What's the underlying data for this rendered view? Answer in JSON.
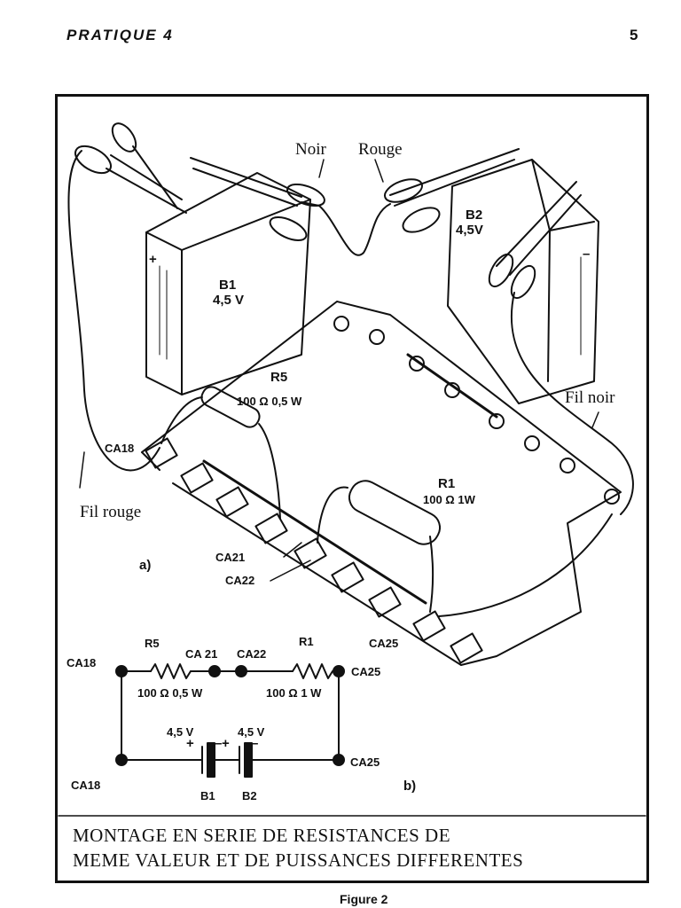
{
  "header": {
    "left": "PRATIQUE 4",
    "page_number": "5"
  },
  "figure_a": {
    "wire_black_label": "Noir",
    "wire_red_label": "Rouge",
    "battery1": {
      "name": "B1",
      "voltage": "4,5 V",
      "plus": "+"
    },
    "battery2": {
      "name": "B2",
      "voltage": "4,5V",
      "minus": "–"
    },
    "r5": {
      "name": "R5",
      "value": "100 Ω 0,5 W"
    },
    "r1": {
      "name": "R1",
      "value": "100 Ω 1W"
    },
    "fil_noir": "Fil noir",
    "fil_rouge": "Fil rouge",
    "terminals": [
      "CA18",
      "CA21",
      "CA22",
      "CA25"
    ],
    "part_label": "a)"
  },
  "figure_b": {
    "ca18_top": "CA18",
    "ca21": "CA 21",
    "ca22": "CA22",
    "ca25_top": "CA25",
    "r5_name": "R5",
    "r5_value": "100 Ω 0,5 W",
    "r1_name": "R1",
    "r1_value": "100 Ω 1 W",
    "v1": "4,5 V",
    "v2": "4,5 V",
    "b1": "B1",
    "b2": "B2",
    "ca18_bottom": "CA18",
    "ca25_bottom": "CA25",
    "plus": "+",
    "minus": "–",
    "part_label": "b)"
  },
  "caption": {
    "line1": "MONTAGE EN SERIE DE RESISTANCES DE",
    "line2": "MEME VALEUR ET DE PUISSANCES DIFFERENTES"
  },
  "footer": "Figure 2"
}
